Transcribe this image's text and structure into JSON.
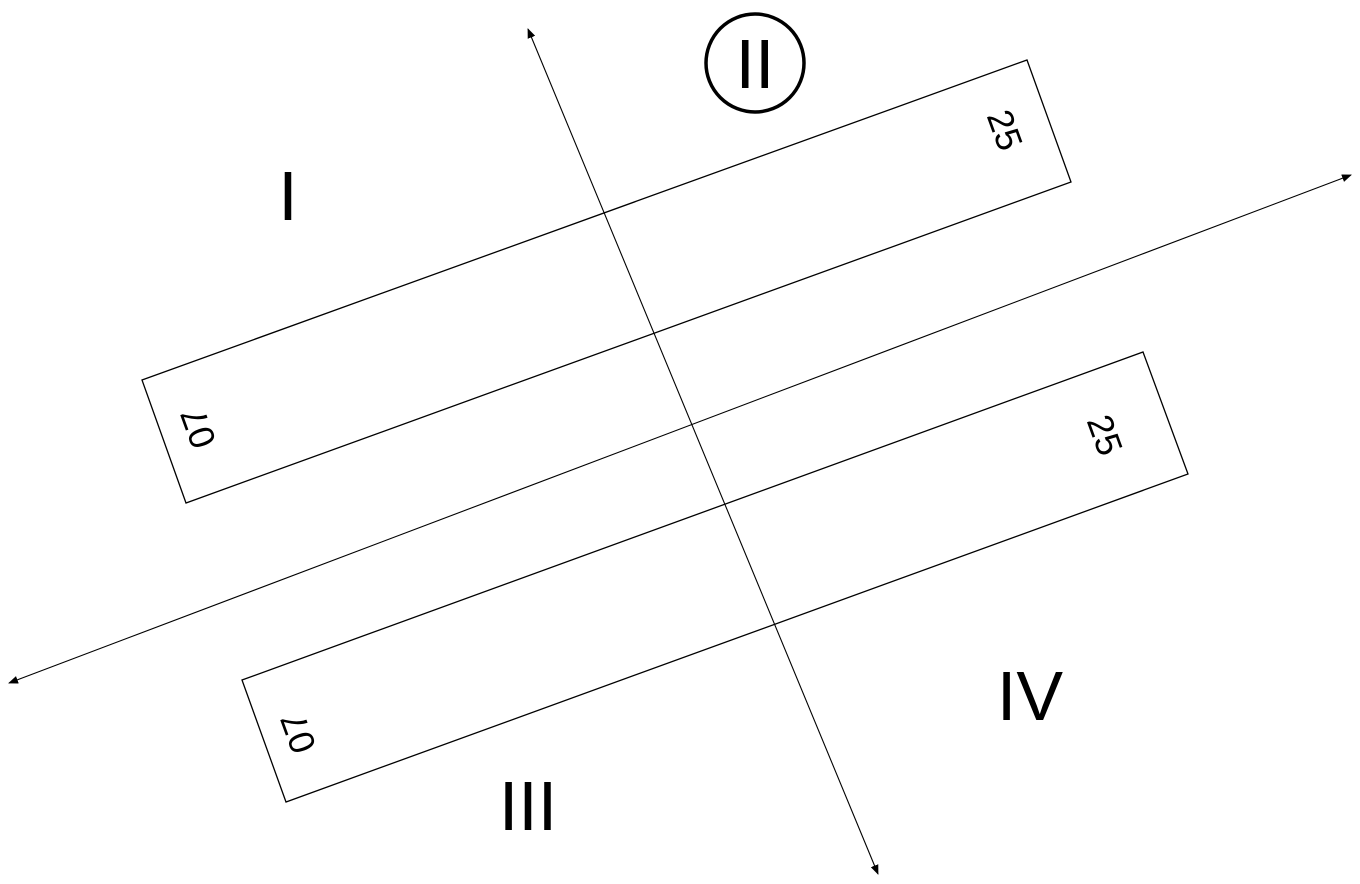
{
  "diagram": {
    "runways": [
      {
        "name": "upper-runway",
        "end_a_label": "07",
        "end_b_label": "25"
      },
      {
        "name": "lower-runway",
        "end_a_label": "07",
        "end_b_label": "25"
      }
    ],
    "quadrants": [
      {
        "label": "I",
        "circled": false
      },
      {
        "label": "II",
        "circled": true
      },
      {
        "label": "III",
        "circled": false
      },
      {
        "label": "IV",
        "circled": false
      }
    ],
    "colors": {
      "line": "#000000",
      "background": "#ffffff"
    }
  }
}
